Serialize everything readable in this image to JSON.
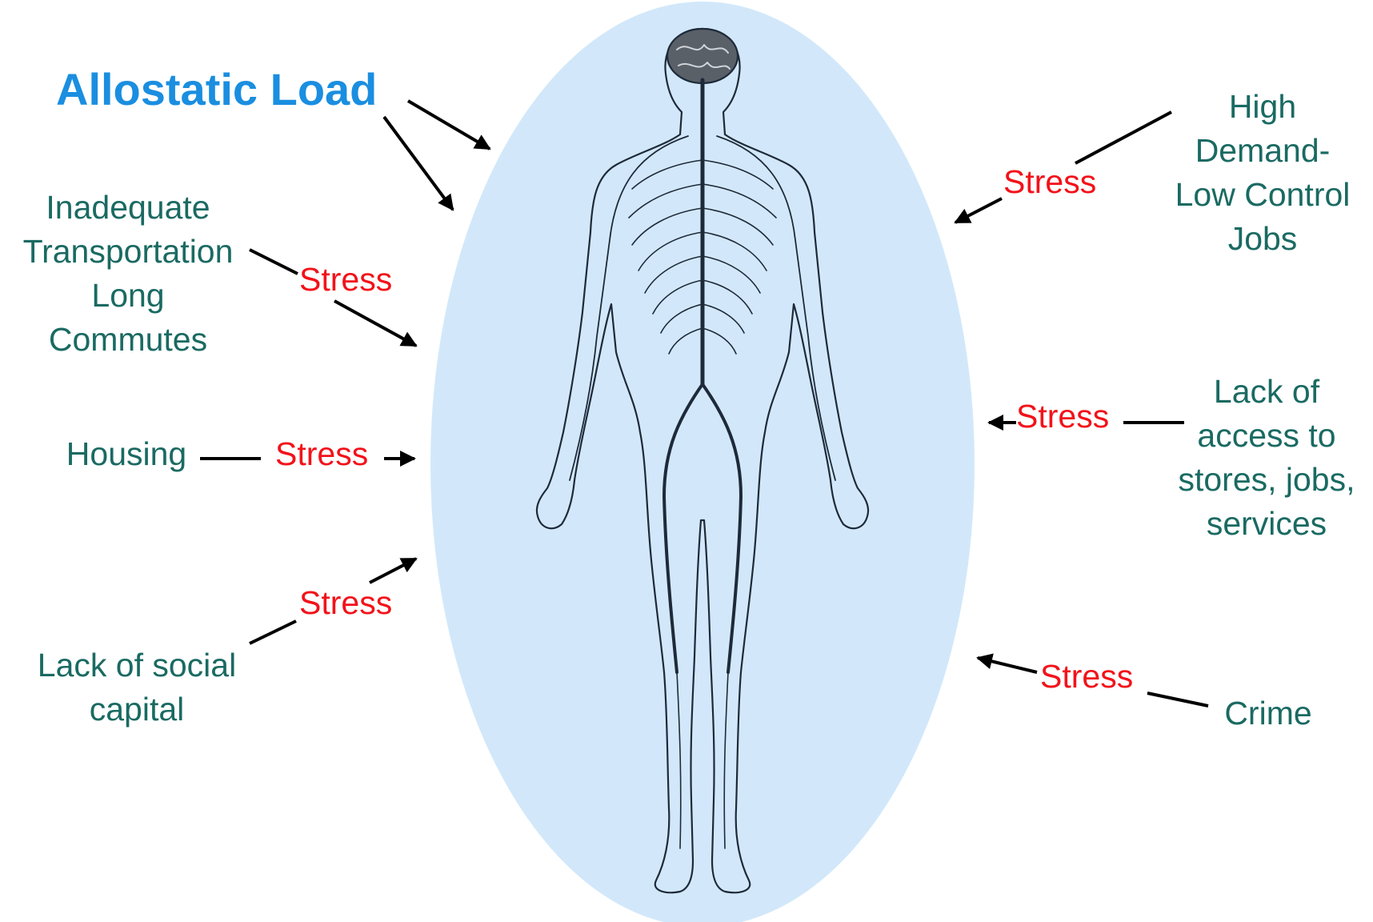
{
  "title": "Allostatic Load",
  "stress_label": "Stress",
  "factors": {
    "transportation": [
      "Inadequate",
      "Transportation",
      "Long",
      "Commutes"
    ],
    "housing": [
      "Housing"
    ],
    "social_capital": [
      "Lack of social",
      "capital"
    ],
    "jobs": [
      "High",
      "Demand-",
      "Low Control",
      "Jobs"
    ],
    "access": [
      "Lack of",
      "access to",
      "stores, jobs,",
      "services"
    ],
    "crime": [
      "Crime"
    ]
  },
  "colors": {
    "title": "#1a8ee0",
    "factor_text": "#1a6a62",
    "stress_text": "#f2121a",
    "ellipse_fill": "#d2e8fa",
    "arrows": "#000000",
    "body_outline": "#1e2a3a"
  },
  "figure": "human-nervous-system-figure"
}
